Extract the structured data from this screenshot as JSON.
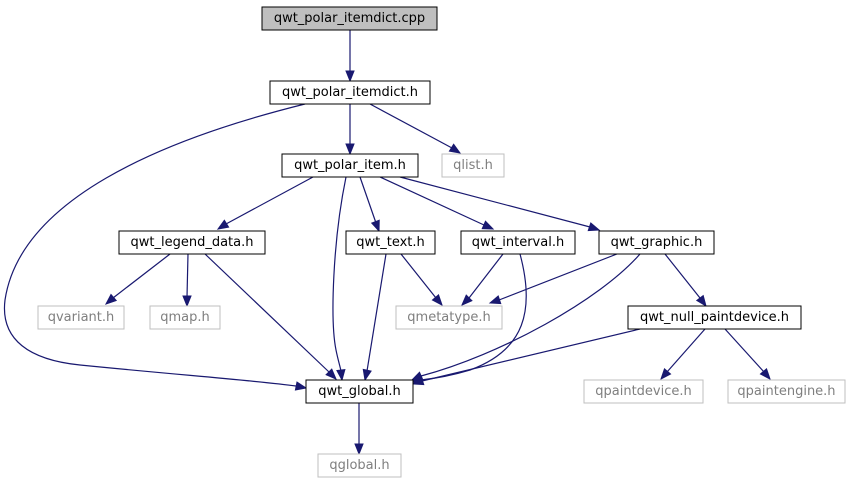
{
  "nodes": {
    "root": "qwt_polar_itemdict.cpp",
    "itemdict_h": "qwt_polar_itemdict.h",
    "polar_item_h": "qwt_polar_item.h",
    "qlist_h": "qlist.h",
    "legend_data_h": "qwt_legend_data.h",
    "text_h": "qwt_text.h",
    "interval_h": "qwt_interval.h",
    "graphic_h": "qwt_graphic.h",
    "qvariant_h": "qvariant.h",
    "qmap_h": "qmap.h",
    "qmetatype_h": "qmetatype.h",
    "null_paintdevice_h": "qwt_null_paintdevice.h",
    "global_h": "qwt_global.h",
    "qpaintdevice_h": "qpaintdevice.h",
    "qpaintengine_h": "qpaintengine.h",
    "qglobal_h": "qglobal.h"
  },
  "colors": {
    "edge": "#191970",
    "root_fill": "#bfbfbf",
    "local_border": "#000000",
    "system_border": "#bfbfbf",
    "system_text": "#7f7f7f"
  },
  "edges": [
    [
      "root",
      "itemdict_h"
    ],
    [
      "itemdict_h",
      "polar_item_h"
    ],
    [
      "itemdict_h",
      "qlist_h"
    ],
    [
      "itemdict_h",
      "global_h"
    ],
    [
      "polar_item_h",
      "legend_data_h"
    ],
    [
      "polar_item_h",
      "text_h"
    ],
    [
      "polar_item_h",
      "interval_h"
    ],
    [
      "polar_item_h",
      "graphic_h"
    ],
    [
      "polar_item_h",
      "global_h"
    ],
    [
      "legend_data_h",
      "qvariant_h"
    ],
    [
      "legend_data_h",
      "qmap_h"
    ],
    [
      "legend_data_h",
      "global_h"
    ],
    [
      "text_h",
      "qmetatype_h"
    ],
    [
      "text_h",
      "global_h"
    ],
    [
      "interval_h",
      "qmetatype_h"
    ],
    [
      "interval_h",
      "global_h"
    ],
    [
      "graphic_h",
      "qmetatype_h"
    ],
    [
      "graphic_h",
      "null_paintdevice_h"
    ],
    [
      "graphic_h",
      "global_h"
    ],
    [
      "null_paintdevice_h",
      "qpaintdevice_h"
    ],
    [
      "null_paintdevice_h",
      "qpaintengine_h"
    ],
    [
      "null_paintdevice_h",
      "global_h"
    ],
    [
      "global_h",
      "qglobal_h"
    ]
  ]
}
